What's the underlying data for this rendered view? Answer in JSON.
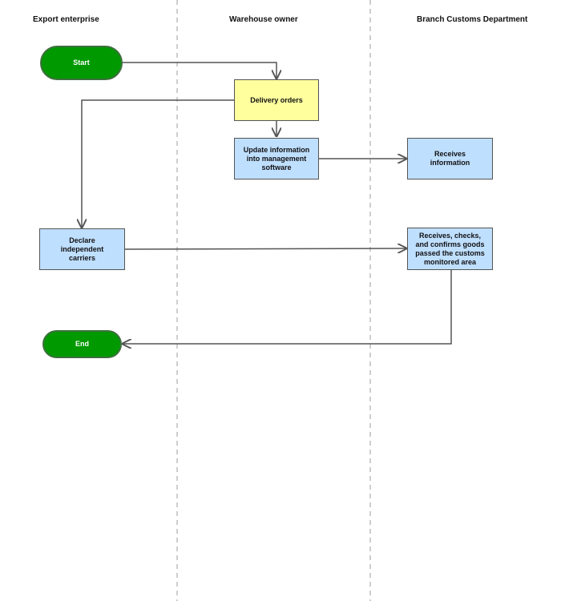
{
  "lanes": [
    {
      "title": "Export enterprise"
    },
    {
      "title": "Warehouse owner"
    },
    {
      "title": "Branch Customs Department"
    }
  ],
  "nodes": {
    "start": "Start",
    "delivery_orders": "Delivery orders",
    "update_info": "Update information\ninto management\nsoftware",
    "receives_info": "Receives\ninformation",
    "declare": "Declare\nindependent\ncarriers",
    "customs_check": "Receives, checks,\nand confirms goods\npassed the customs\nmonitored area",
    "end": "End"
  },
  "colors": {
    "terminal_fill": "#009900",
    "process_fill": "#bfdfff",
    "highlight_fill": "#ffff9e",
    "edge": "#555555",
    "lane_divider": "#bdbdbd"
  }
}
